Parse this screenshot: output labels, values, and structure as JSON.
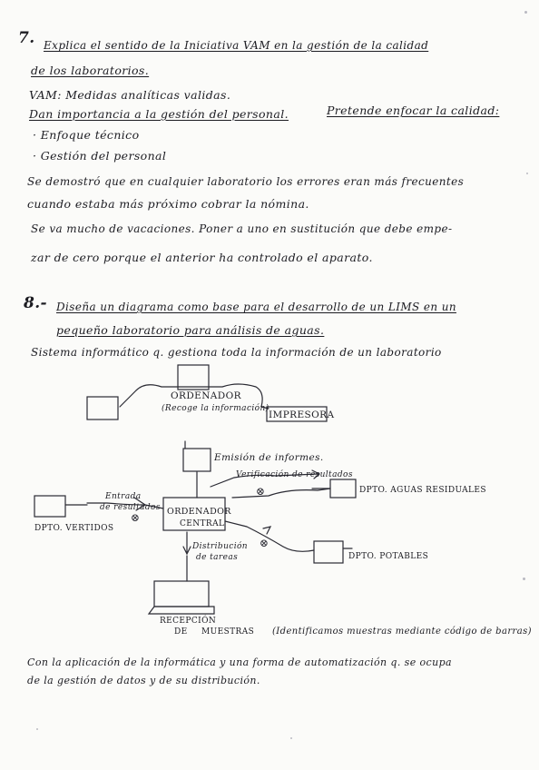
{
  "q7": {
    "number": "7.",
    "title_l1": "Explica el sentido de la Iniciativa VAM en la gestión de la calidad",
    "title_l2": "de los laboratorios.",
    "vam_def": "VAM: Medidas analíticas validas.",
    "importance_a": "Dan importancia a la gestión del personal.",
    "importance_b": "Pretende enfocar la calidad:",
    "bullet1": "· Enfoque técnico",
    "bullet2": "· Gestión del personal",
    "para1_l1": "Se demostró que en cualquier laboratorio los errores eran más frecuentes",
    "para1_l2": "cuando estaba más próximo cobrar la nómina.",
    "para2_l1": "Se va mucho de vacaciones. Poner a uno en sustitución que debe empe-",
    "para2_l2": "zar de cero porque el anterior ha controlado el aparato."
  },
  "q8": {
    "number": "8.-",
    "title_l1": "Diseña un diagrama como base para el desarrollo de un LIMS en un",
    "title_l2": "pequeño laboratorio para análisis de aguas.",
    "intro": "Sistema informático q. gestiona toda la información de un laboratorio"
  },
  "diagram1": {
    "computer": "ORDENADOR",
    "computer_sub": "(Recoge la información)",
    "printer": "IMPRESORA"
  },
  "diagram2": {
    "central_l1": "ORDENADOR",
    "central_l2": "CENTRAL",
    "reports": "Emisión de informes.",
    "verification": "Verificación de resultados",
    "waste": "DPTO. AGUAS RESIDUALES",
    "discharge": "DPTO. VERTIDOS",
    "potable": "DPTO. POTABLES",
    "data_entry_l1": "Entrada",
    "data_entry_l2": "de resultados",
    "distribution_l1": "Distribución",
    "distribution_l2": "de tareas",
    "reception_l1": "RECEPCIÓN",
    "reception_l2": "DE",
    "reception_l3": "MUESTRAS",
    "reception_note": "(Identificamos muestras mediante código de barras)",
    "sym1": "⊗",
    "sym2": "⊗",
    "sym3": "⊗"
  },
  "conclusion": {
    "l1": "Con la aplicación de la informática y una forma de automatización q. se ocupa",
    "l2": "de la gestión de datos y de su distribución."
  }
}
